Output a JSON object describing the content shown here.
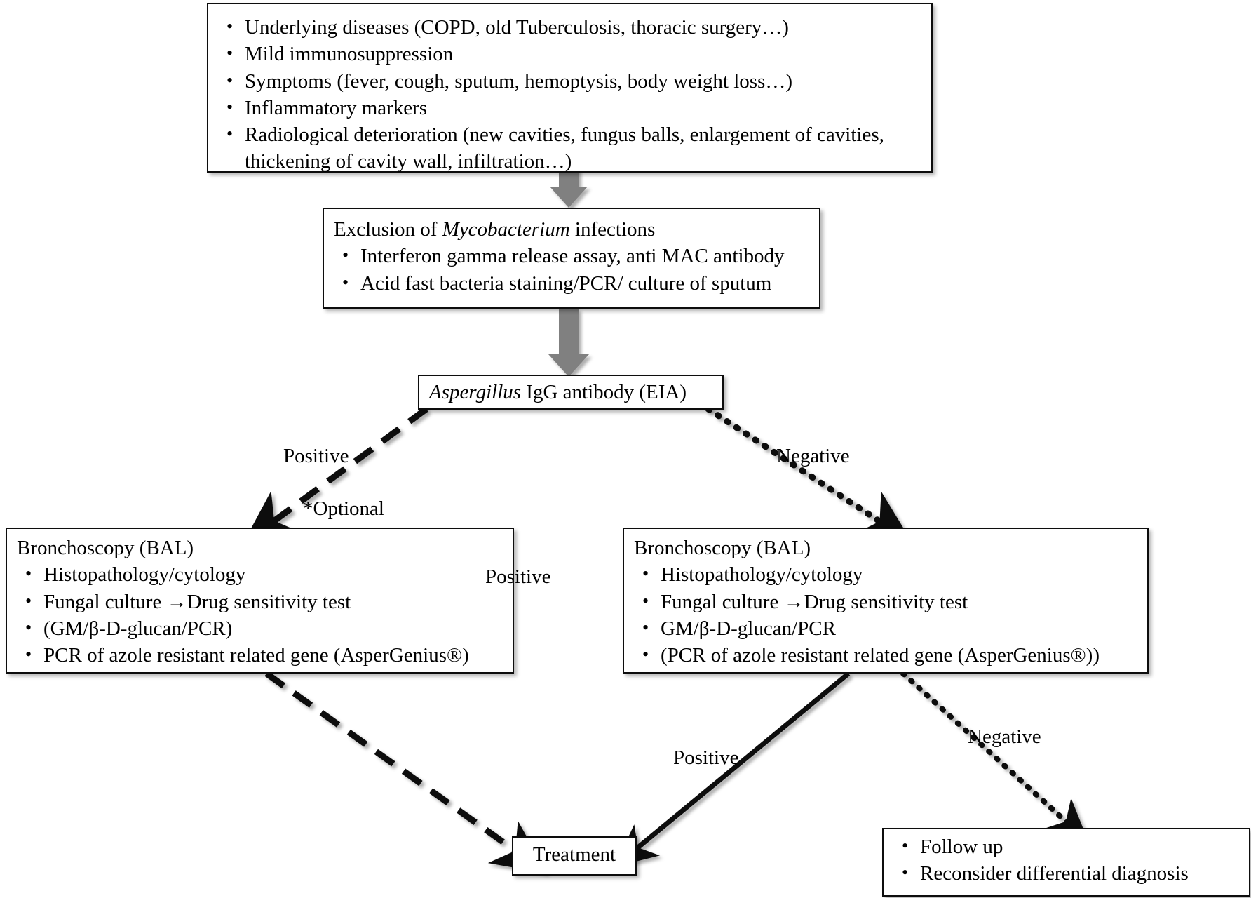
{
  "diagram": {
    "title": "Diagnostic algorithm for chronic pulmonary aspergillosis",
    "colors": {
      "stroke": "#0d0d0d",
      "fill": "#ffffff",
      "grey_arrow": "#808080",
      "text": "#000000"
    }
  },
  "boxes": {
    "clinical_features": {
      "bullets": [
        "Underlying diseases (COPD, old Tuberculosis, thoracic surgery…)",
        "Mild immunosuppression",
        "Symptoms (fever, cough,  sputum, hemoptysis, body weight loss…)",
        "Inflammatory markers",
        " Radiological deterioration (new cavities, fungus balls, enlargement of cavities, thickening of cavity wall, infiltration…)"
      ]
    },
    "mycobacterium_exclusion": {
      "heading_prefix": "Exclusion of ",
      "heading_italic": "Mycobacterium",
      "heading_suffix": " infections",
      "bullets": [
        "Interferon gamma release assay, anti MAC antibody",
        "Acid fast bacteria staining/PCR/ culture of sputum"
      ]
    },
    "aspergillus_test": {
      "italic": "Aspergillus",
      "rest": " IgG antibody (EIA)"
    },
    "bronchoscopy_left": {
      "heading": "Bronchoscopy (BAL)",
      "bullets": [
        "Histopathology/cytology",
        "Fungal culture →Drug sensitivity test",
        "(GM/β-D-glucan/PCR)",
        "PCR of azole resistant related gene (AsperGenius®)"
      ]
    },
    "bronchoscopy_right": {
      "heading": "Bronchoscopy (BAL)",
      "bullets": [
        "Histopathology/cytology",
        "Fungal culture →Drug sensitivity test",
        "GM/β-D-glucan/PCR",
        "(PCR of azole resistant related gene (AsperGenius®))"
      ]
    },
    "treatment": {
      "label": "Treatment"
    },
    "follow_up": {
      "bullets": [
        "Follow up",
        "Reconsider differential diagnosis"
      ]
    }
  },
  "edge_labels": {
    "positive_left": "Positive",
    "optional": "*Optional",
    "negative_top_right": "Negative",
    "positive_center": "Positive",
    "positive_bottom_right": "Positive",
    "negative_bottom_right": "Negative"
  }
}
